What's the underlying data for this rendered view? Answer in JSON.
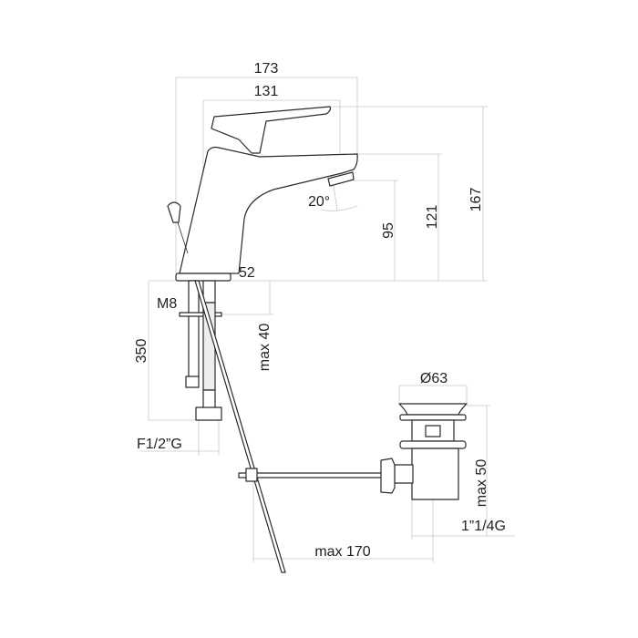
{
  "drawing": {
    "labels": {
      "width_total": "173",
      "width_spout": "131",
      "height_total": "167",
      "height_spout_top": "121",
      "height_aerator": "95",
      "spout_angle": "20°",
      "base_diameter": "52",
      "thread": "M8",
      "hose_length": "350",
      "max_deck_thickness": "max 40",
      "hose_connection": "F1/2”G",
      "drain_diameter": "Ø63",
      "drain_max_height": "max 50",
      "drain_thread": "1”1/4G",
      "pop_up_rod_max": "max 170"
    }
  }
}
